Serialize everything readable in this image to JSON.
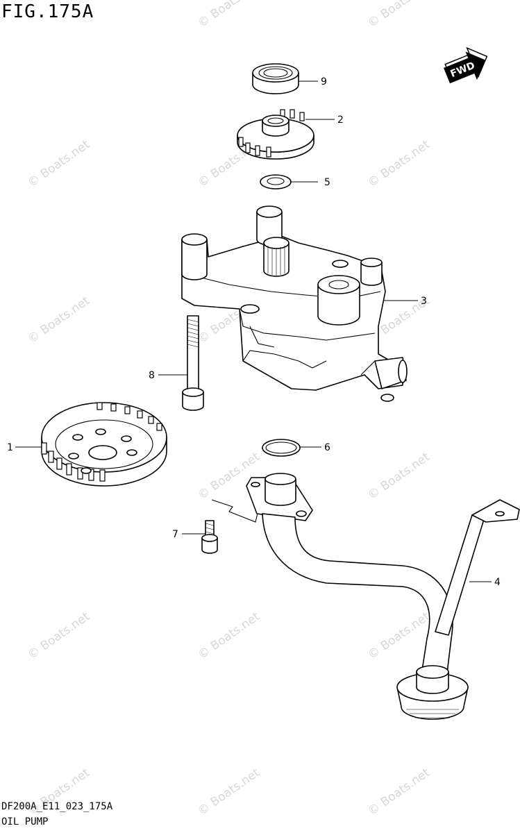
{
  "figure": {
    "title": "FIG.175A",
    "code": "DF200A_E11_023_175A",
    "name": "OIL PUMP"
  },
  "badge": {
    "label": "FWD"
  },
  "watermark": {
    "text": "© Boats.net"
  },
  "callouts": [
    {
      "id": "1",
      "label": "1"
    },
    {
      "id": "2",
      "label": "2"
    },
    {
      "id": "3",
      "label": "3"
    },
    {
      "id": "4",
      "label": "4"
    },
    {
      "id": "5",
      "label": "5"
    },
    {
      "id": "6",
      "label": "6"
    },
    {
      "id": "7",
      "label": "7"
    },
    {
      "id": "8",
      "label": "8"
    },
    {
      "id": "9",
      "label": "9"
    }
  ]
}
